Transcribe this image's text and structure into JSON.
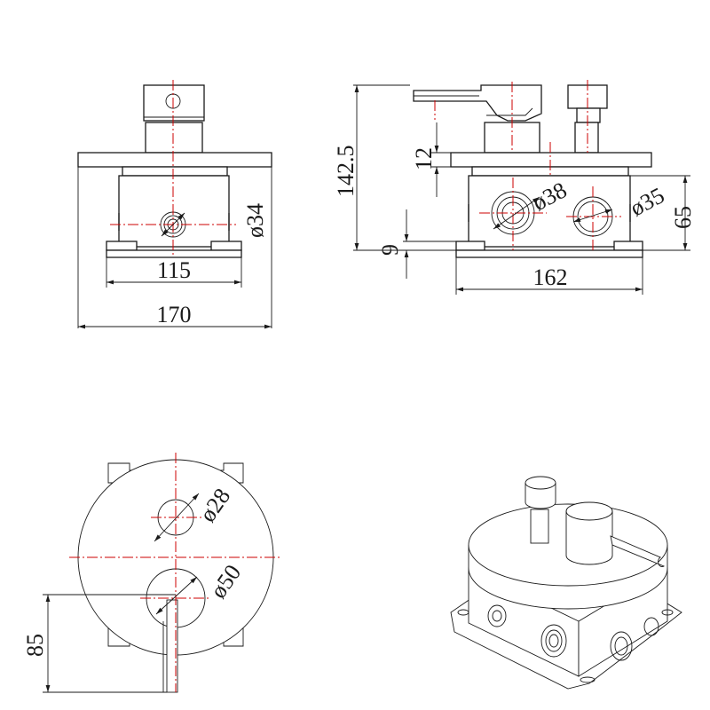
{
  "front_view": {
    "dia_pipe": "ø34",
    "width_body": "115",
    "width_total": "170"
  },
  "side_view": {
    "height_total": "142.5",
    "height_collar": "12",
    "height_base": "9",
    "height_box": "65",
    "dia_left": "ø38",
    "dia_right": "ø35",
    "length_base": "162"
  },
  "plan_view": {
    "dia_small": "ø28",
    "dia_large": "ø50",
    "offset": "85"
  }
}
